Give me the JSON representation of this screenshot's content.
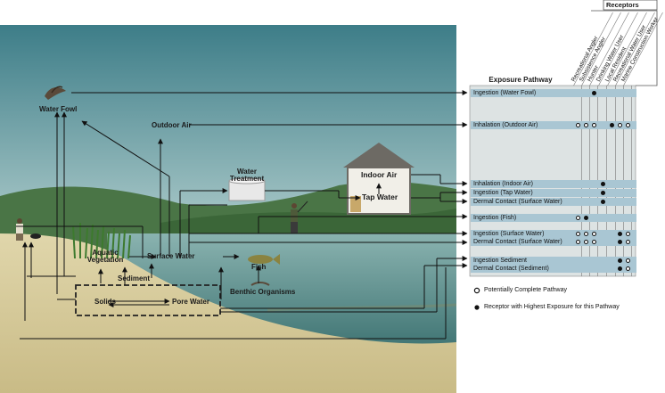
{
  "scene_labels": {
    "water_fowl": "Water Fowl",
    "outdoor_air": "Outdoor Air",
    "water_treatment": "Water Treatment",
    "indoor_air": "Indoor Air",
    "tap_water": "Tap Water",
    "aquatic_vegetation": "Aquatic Vegetation",
    "surface_water": "Surface Water",
    "fish": "Fish",
    "sediment": "Sediment",
    "solids": "Solids",
    "pore_water": "Pore Water",
    "benthic_organisms": "Benthic Organisms"
  },
  "table": {
    "receptors_title": "Receptors",
    "pathway_title": "Exposure Pathway",
    "receptor_columns": [
      "Recreational Angler",
      "Subsistence Angler",
      "Hunter",
      "Drinking Water User",
      "Local Resident",
      "Recreational Water User",
      "Marine Construction Worker"
    ],
    "rows": [
      {
        "label": "Ingestion (Water Fowl)",
        "marks": [
          "",
          "",
          "filled",
          "",
          "",
          "",
          ""
        ]
      },
      {
        "label": "Inhalation (Outdoor Air)",
        "marks": [
          "open",
          "open",
          "open",
          "",
          "filled",
          "open",
          "open"
        ]
      },
      {
        "label": "Inhalation (Indoor Air)",
        "marks": [
          "",
          "",
          "",
          "filled",
          "",
          "",
          ""
        ]
      },
      {
        "label": "Ingestion (Tap Water)",
        "marks": [
          "",
          "",
          "",
          "filled",
          "",
          "",
          ""
        ]
      },
      {
        "label": "Dermal Contact (Surface Water)",
        "marks": [
          "",
          "",
          "",
          "filled",
          "",
          "",
          ""
        ]
      },
      {
        "label": "Ingestion (Fish)",
        "marks": [
          "open",
          "filled",
          "",
          "",
          "",
          "",
          ""
        ]
      },
      {
        "label": "Ingestion (Surface Water)",
        "marks": [
          "open",
          "open",
          "open",
          "",
          "",
          "filled",
          "open"
        ]
      },
      {
        "label": "Dermal Contact (Surface Water)",
        "marks": [
          "open",
          "open",
          "open",
          "",
          "",
          "filled",
          "open"
        ]
      },
      {
        "label": "Ingestion Sediment",
        "marks": [
          "",
          "",
          "",
          "",
          "",
          "filled",
          "open"
        ]
      },
      {
        "label": "Dermal Contact (Sediment)",
        "marks": [
          "",
          "",
          "",
          "",
          "",
          "filled",
          "open"
        ]
      }
    ]
  },
  "legend": {
    "open": "Potentially Complete Pathway",
    "filled": "Receptor with Highest Exposure for this Pathway"
  },
  "colors": {
    "sky_top": "#3f7f8a",
    "sky_bottom": "#dbe8e6",
    "hill": "#3f6a3c",
    "water": "#5b8f8e",
    "sand": "#d8cc9e",
    "row_fill": "#a9c6d3"
  }
}
